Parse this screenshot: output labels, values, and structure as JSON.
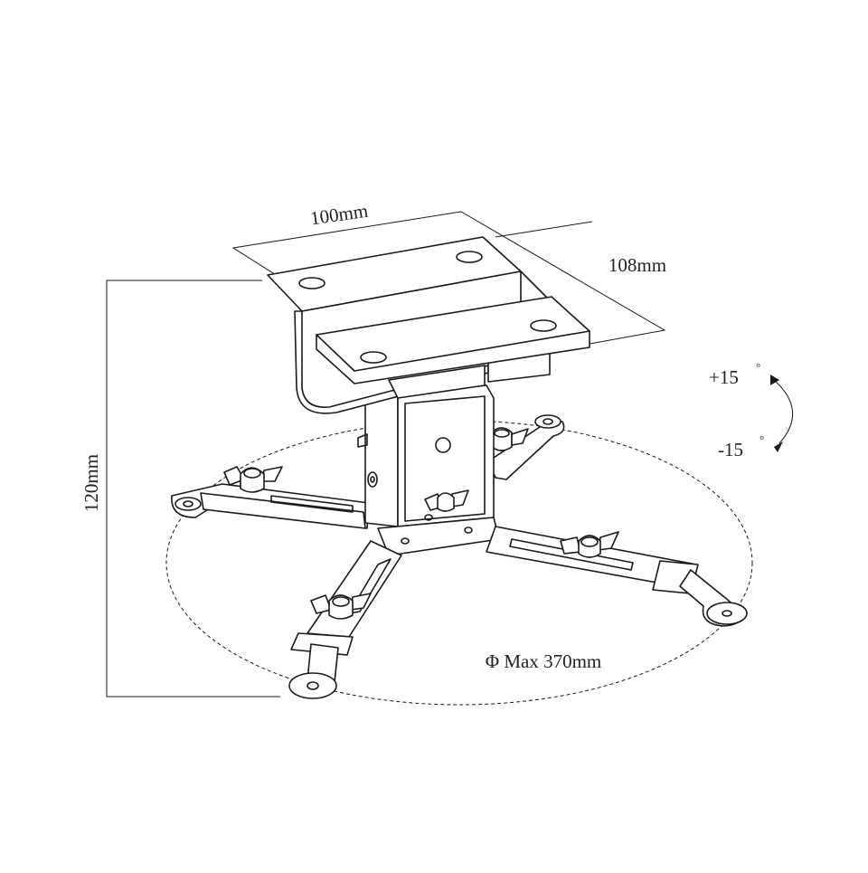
{
  "dimensions": {
    "width_label": "100mm",
    "depth_label": "108mm",
    "height_label": "120mm",
    "diameter_label": "Φ Max 370mm"
  },
  "tilt": {
    "plus_label": "+15",
    "minus_label": "-15",
    "degree_symbol": "°"
  }
}
